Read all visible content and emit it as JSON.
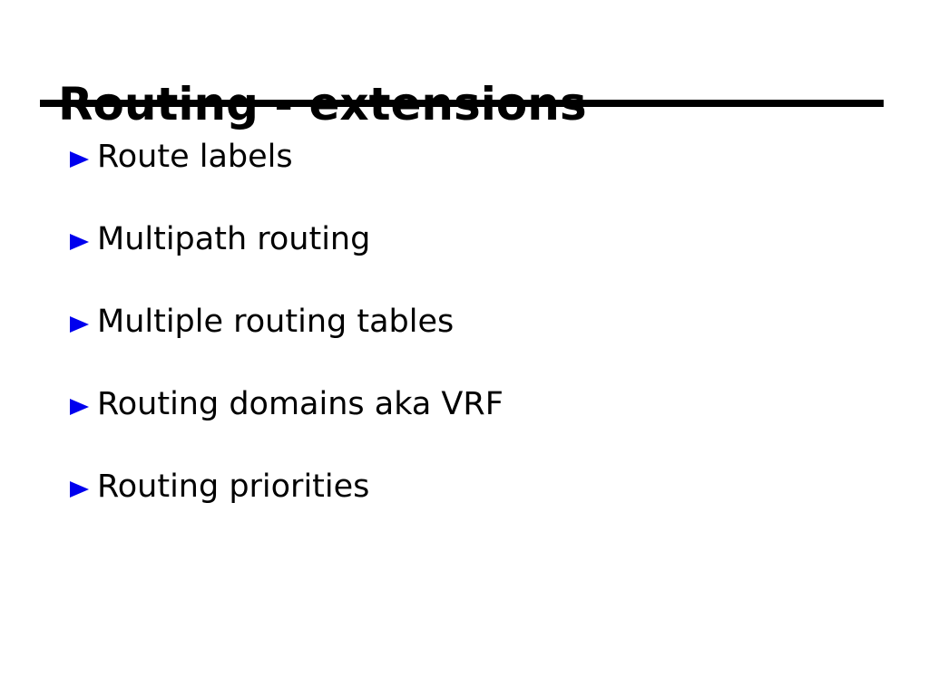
{
  "slide": {
    "title": "Routing - extensions",
    "bullets": [
      {
        "label": "Route labels"
      },
      {
        "label": "Multipath routing"
      },
      {
        "label": "Multiple routing tables"
      },
      {
        "label": "Routing domains aka VRF"
      },
      {
        "label": "Routing priorities"
      }
    ],
    "colors": {
      "background": "#ffffff",
      "text": "#000000",
      "title_rule": "#000000",
      "bullet_triangle": "#0000ee"
    }
  }
}
